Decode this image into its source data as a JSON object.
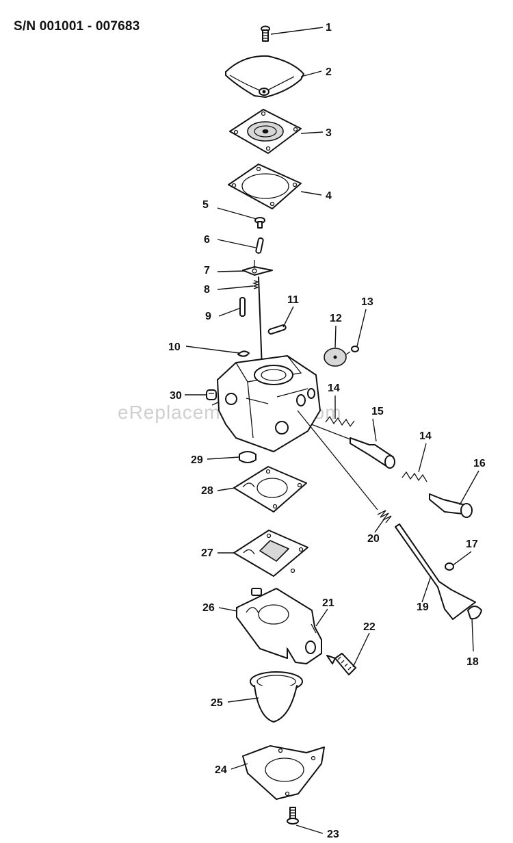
{
  "header": {
    "serial_range": "S/N 001001 - 007683"
  },
  "watermark": "eReplacementParts.com",
  "callouts": [
    {
      "id": "c1",
      "label": "1"
    },
    {
      "id": "c2",
      "label": "2"
    },
    {
      "id": "c3",
      "label": "3"
    },
    {
      "id": "c4",
      "label": "4"
    },
    {
      "id": "c5",
      "label": "5"
    },
    {
      "id": "c6",
      "label": "6"
    },
    {
      "id": "c7",
      "label": "7"
    },
    {
      "id": "c8",
      "label": "8"
    },
    {
      "id": "c9",
      "label": "9"
    },
    {
      "id": "c10",
      "label": "10"
    },
    {
      "id": "c11",
      "label": "11"
    },
    {
      "id": "c12",
      "label": "12"
    },
    {
      "id": "c13",
      "label": "13"
    },
    {
      "id": "c14a",
      "label": "14"
    },
    {
      "id": "c15",
      "label": "15"
    },
    {
      "id": "c14b",
      "label": "14"
    },
    {
      "id": "c16",
      "label": "16"
    },
    {
      "id": "c17",
      "label": "17"
    },
    {
      "id": "c18",
      "label": "18"
    },
    {
      "id": "c19",
      "label": "19"
    },
    {
      "id": "c20",
      "label": "20"
    },
    {
      "id": "c21",
      "label": "21"
    },
    {
      "id": "c22",
      "label": "22"
    },
    {
      "id": "c23",
      "label": "23"
    },
    {
      "id": "c24",
      "label": "24"
    },
    {
      "id": "c25",
      "label": "25"
    },
    {
      "id": "c26",
      "label": "26"
    },
    {
      "id": "c27",
      "label": "27"
    },
    {
      "id": "c28",
      "label": "28"
    },
    {
      "id": "c29",
      "label": "29"
    },
    {
      "id": "c30",
      "label": "30"
    }
  ]
}
